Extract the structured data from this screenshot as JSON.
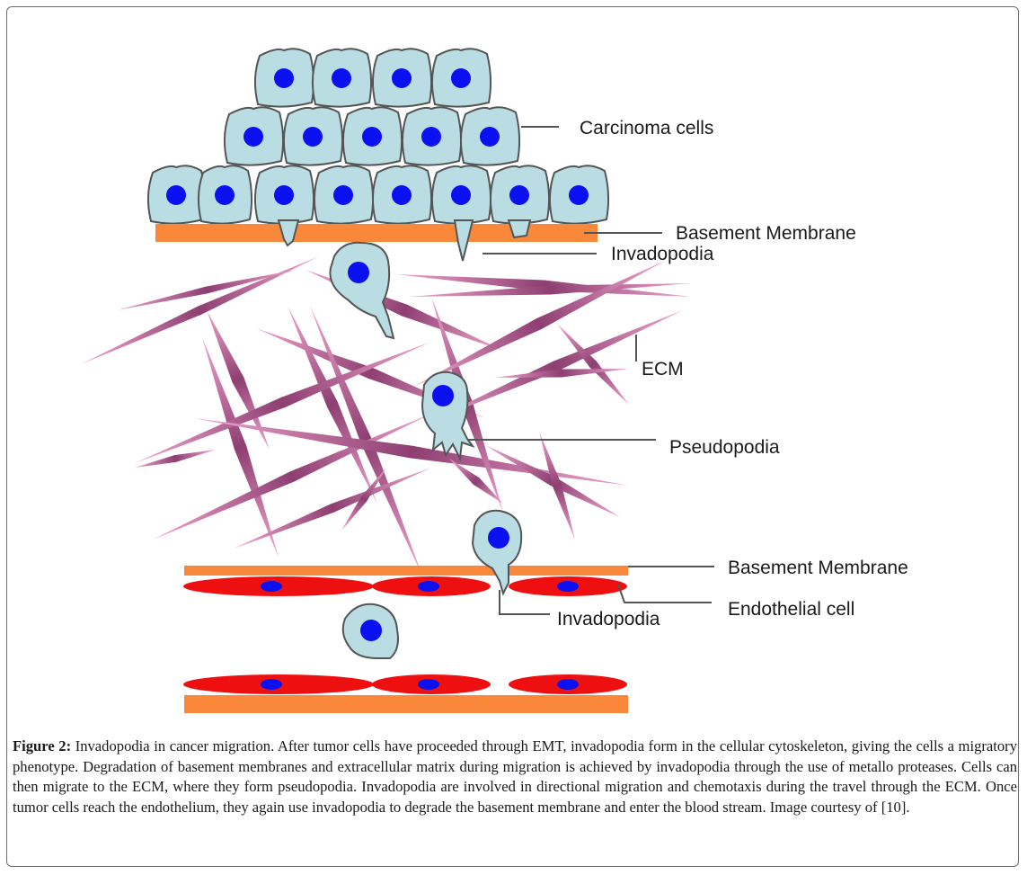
{
  "labels": {
    "carcinoma_cells": "Carcinoma cells",
    "basement_membrane_top": "Basement Membrane",
    "invadopodia_top": "Invadopodia",
    "ecm": "ECM",
    "pseudopodia": "Pseudopodia",
    "basement_membrane_bottom": "Basement Membrane",
    "endothelial_cell": "Endothelial cell",
    "invadopodia_bottom": "Invadopodia"
  },
  "caption": {
    "figure_label": "Figure 2:",
    "text": " Invadopodia in cancer migration. After tumor cells have proceeded through EMT, invadopodia form in the cellular cytoskeleton, giving the cells a migratory phenotype. Degradation of basement membranes and extracellular matrix during migration is achieved by invadopodia through the use of metallo proteases. Cells can then migrate to the ECM, where they form pseudopodia. Invadopodia are involved in directional migration and chemotaxis during the travel through the ECM. Once tumor cells reach the endothelium, they again use invadopodia to degrade the basement membrane and enter the blood stream. Image courtesy of [10]."
  },
  "colors": {
    "cell_fill": "#b9dde3",
    "nucleus": "#0a10f0",
    "membrane": "#f9883a",
    "endothelial": "#ee1010",
    "fiber_dark": "#8e3f72",
    "fiber_light": "#f0a6cf"
  }
}
